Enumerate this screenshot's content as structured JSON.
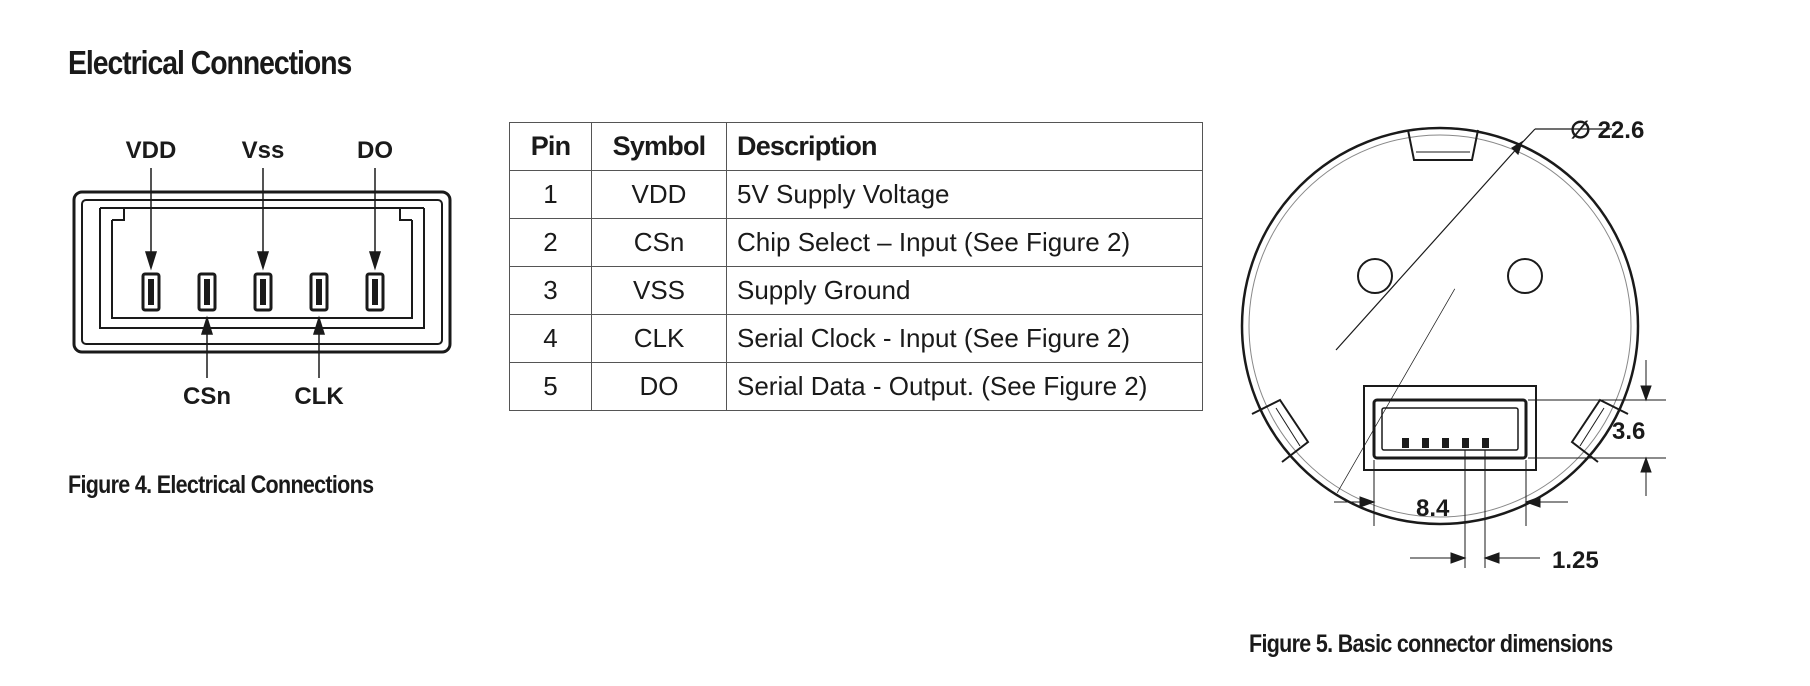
{
  "heading": "Electrical Connections",
  "figure4": {
    "caption": "Figure 4. Electrical Connections",
    "top_labels": [
      "VDD",
      "Vss",
      "DO"
    ],
    "bottom_labels": [
      "CSn",
      "CLK"
    ]
  },
  "table": {
    "headers": [
      "Pin",
      "Symbol",
      "Description"
    ],
    "rows": [
      {
        "pin": "1",
        "symbol": "VDD",
        "description": "5V Supply Voltage"
      },
      {
        "pin": "2",
        "symbol": "CSn",
        "description": "Chip Select – Input  (See Figure 2)"
      },
      {
        "pin": "3",
        "symbol": "VSS",
        "description": "Supply Ground"
      },
      {
        "pin": "4",
        "symbol": "CLK",
        "description": "Serial Clock - Input (See Figure 2)"
      },
      {
        "pin": "5",
        "symbol": "DO",
        "description": "Serial Data - Output. (See Figure 2)"
      }
    ]
  },
  "figure5": {
    "caption": "Figure 5. Basic connector dimensions",
    "diameter": "∅ 22.6",
    "height": "3.6",
    "width": "8.4",
    "pitch": "1.25"
  }
}
